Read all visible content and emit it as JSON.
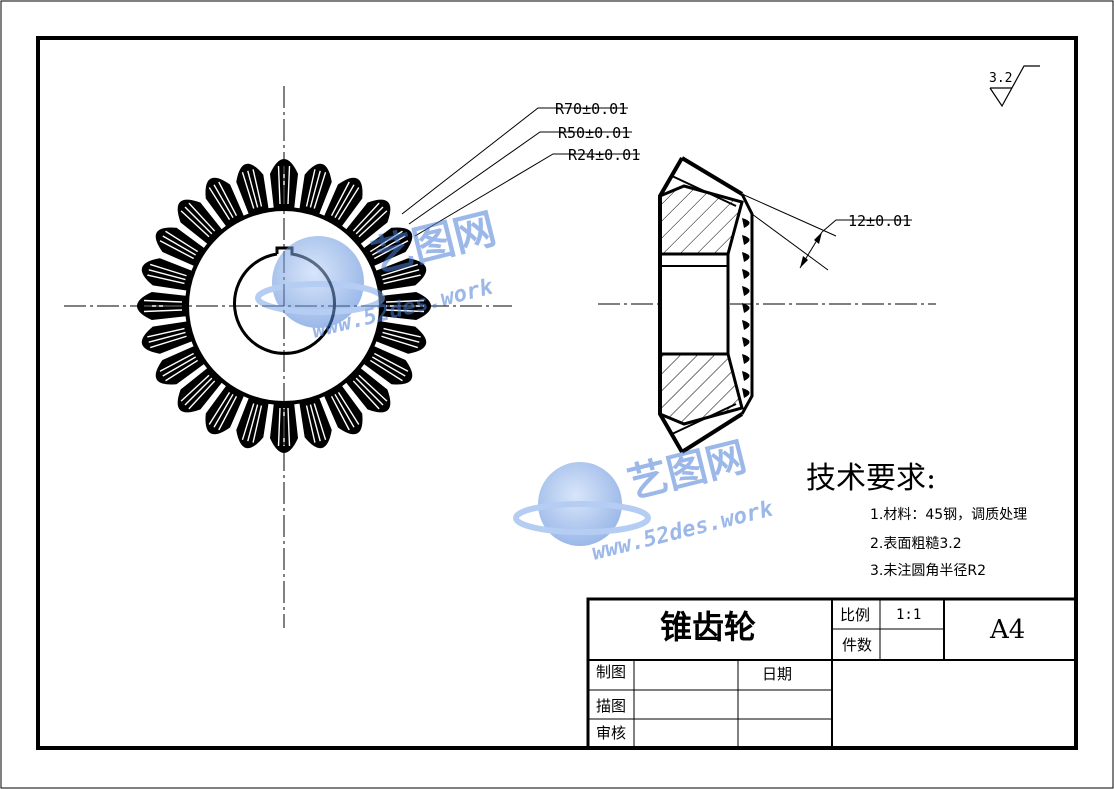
{
  "dimensions": {
    "r70": "R70±0.01",
    "r50": "R50±0.01",
    "r24": "R24±0.01",
    "width12": "12±0.01"
  },
  "surface_finish": {
    "value": "3.2"
  },
  "technical_requirements": {
    "heading": "技术要求:",
    "items": [
      "1.材料：45钢，调质处理",
      "2.表面粗糙3.2",
      "3.未注圆角半径R2"
    ]
  },
  "title_block": {
    "part_name": "锥齿轮",
    "scale_label": "比例",
    "scale_value": "1:1",
    "quantity_label": "件数",
    "quantity_value": "",
    "sheet_size": "A4",
    "drawn_by_label": "制图",
    "date_label": "日期",
    "traced_by_label": "描图",
    "checked_by_label": "审核"
  },
  "watermark": {
    "brand": "艺图网",
    "url_upper": "www.52des.work",
    "url_lower": "www.52des.work"
  },
  "colors": {
    "line": "#000000",
    "paper": "#ffffff",
    "watermark": "#4a7fd6"
  }
}
